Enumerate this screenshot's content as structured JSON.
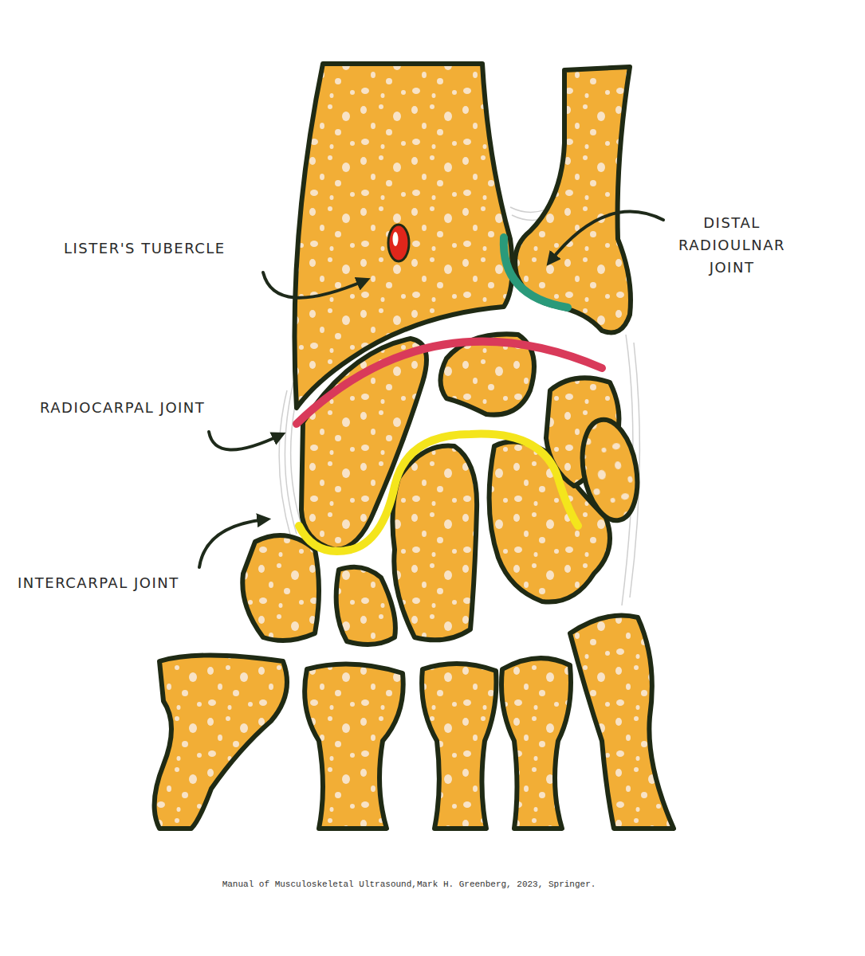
{
  "diagram": {
    "caption": "Manual of Musculoskeletal Ultrasound,Mark H. Greenberg, 2023, Springer.",
    "labels": [
      "LISTER'S TUBERCLE",
      "DISTAL RADIOULNAR JOINT",
      "RADIOCARPAL JOINT",
      "INTERCARPAL JOINT"
    ]
  }
}
